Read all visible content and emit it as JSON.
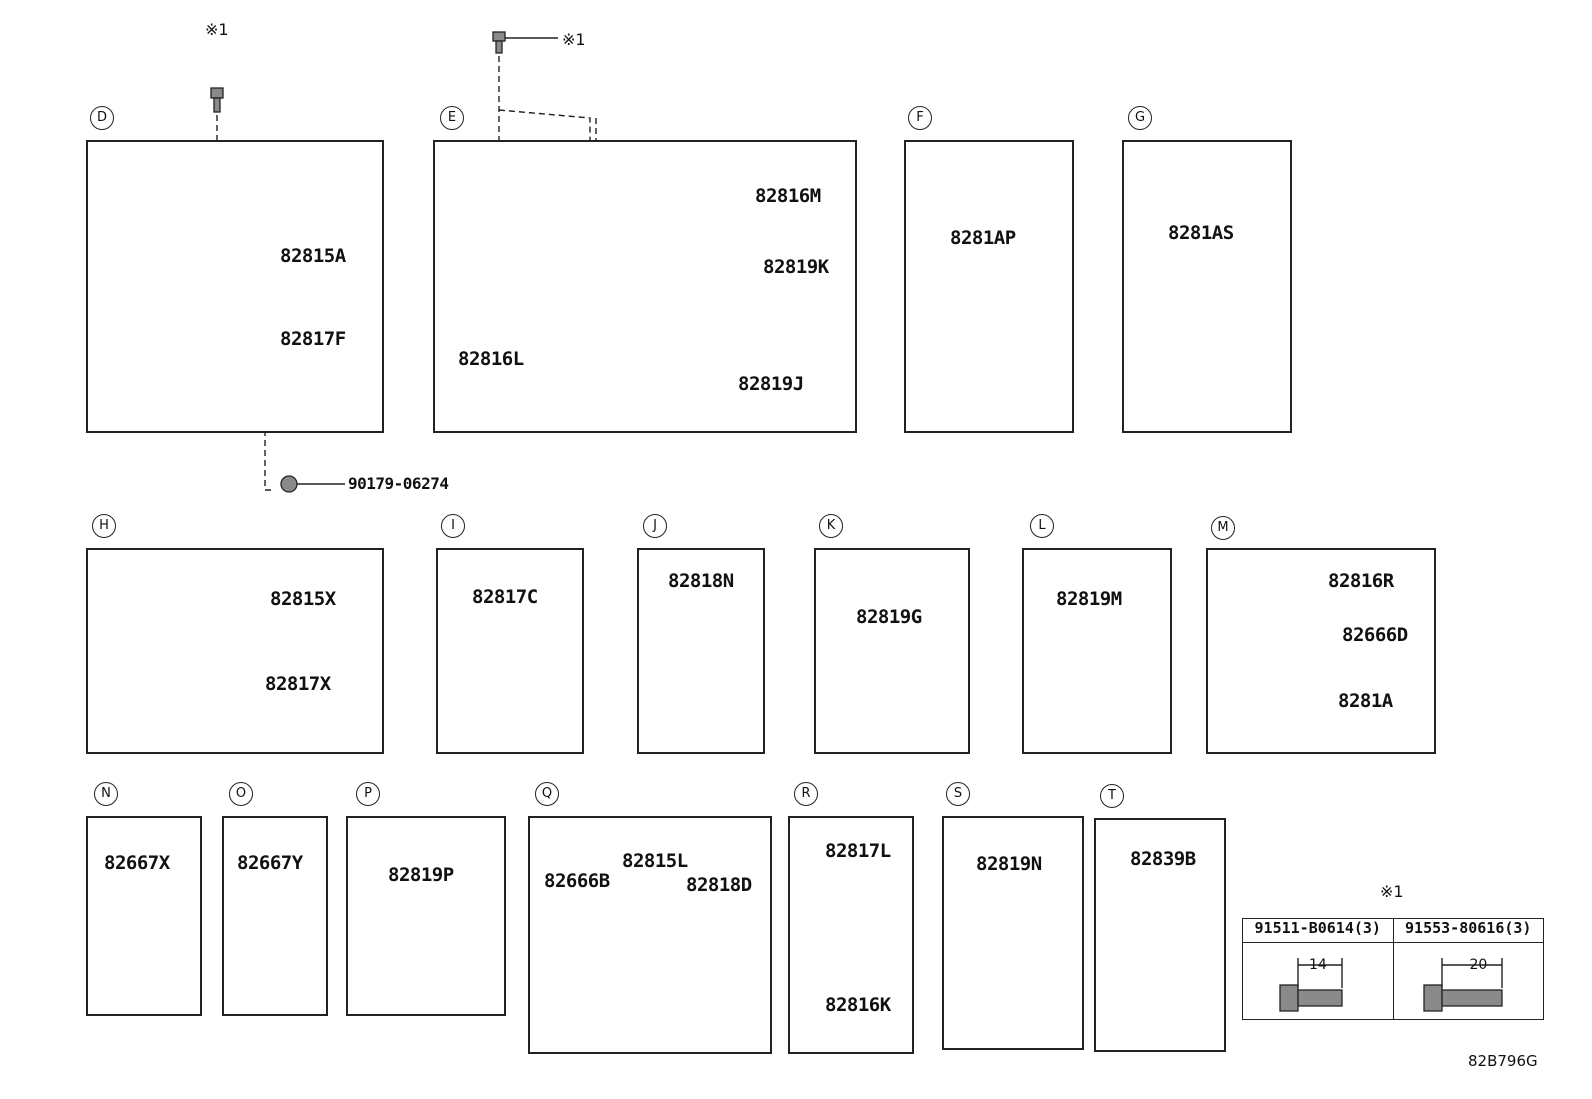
{
  "section_labels": {
    "D": "D",
    "E": "E",
    "F": "F",
    "G": "G",
    "H": "H",
    "I": "I",
    "J": "J",
    "K": "K",
    "L": "L",
    "M": "M",
    "N": "N",
    "O": "O",
    "P": "P",
    "Q": "Q",
    "R": "R",
    "S": "S",
    "T": "T"
  },
  "note_mark": "※1",
  "parts": {
    "p82815A": "82815A",
    "p82817F": "82817F",
    "p90179": "90179-06274",
    "p82816M": "82816M",
    "p82819K": "82819K",
    "p82816L": "82816L",
    "p82819J": "82819J",
    "p8281AP": "8281AP",
    "p8281AS": "8281AS",
    "p82815X": "82815X",
    "p82817X": "82817X",
    "p82817C": "82817C",
    "p82818N": "82818N",
    "p82819G": "82819G",
    "p82819M": "82819M",
    "p82816R": "82816R",
    "p82666D": "82666D",
    "p8281A": "8281A",
    "p82667X": "82667X",
    "p82667Y": "82667Y",
    "p82819P": "82819P",
    "p82666B": "82666B",
    "p82815L": "82815L",
    "p82818D": "82818D",
    "p82817L": "82817L",
    "p82816K": "82816K",
    "p82819N": "82819N",
    "p82839B": "82839B"
  },
  "bolt_table": {
    "col1_part": "91511-B0614(3)",
    "col1_len": "14",
    "col2_part": "91553-80616(3)",
    "col2_len": "20"
  },
  "diagram_code": "82B796G"
}
